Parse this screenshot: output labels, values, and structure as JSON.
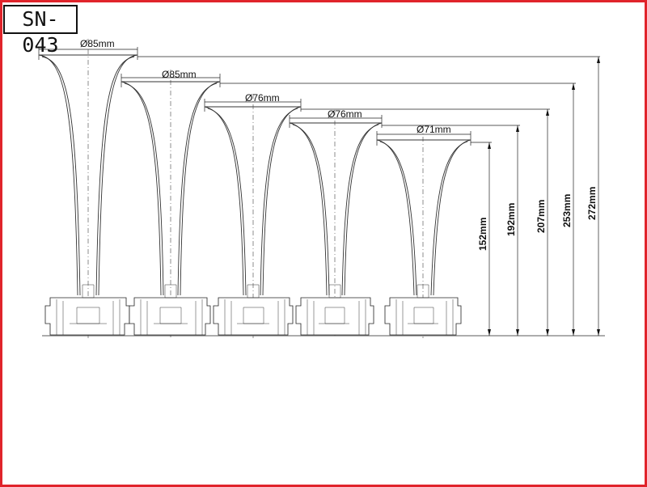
{
  "title": "SN-043",
  "frame_color": "#e0242b",
  "horns": [
    {
      "diameter_label": "Ø85mm",
      "height_label": "272mm"
    },
    {
      "diameter_label": "Ø85mm",
      "height_label": "253mm"
    },
    {
      "diameter_label": "Ø76mm",
      "height_label": "207mm"
    },
    {
      "diameter_label": "Ø76mm",
      "height_label": "192mm"
    },
    {
      "diameter_label": "Ø71mm",
      "height_label": "152mm"
    }
  ]
}
